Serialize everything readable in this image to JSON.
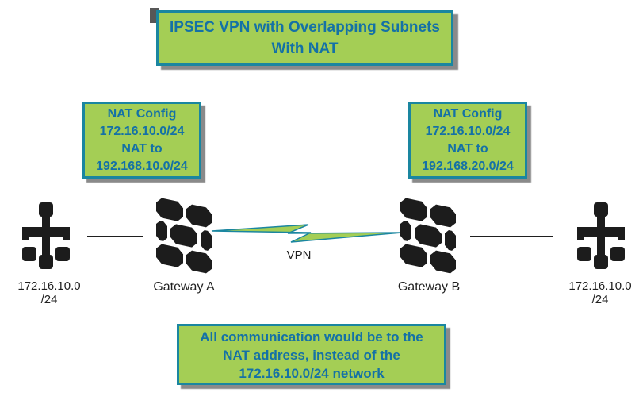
{
  "title_box": {
    "line1": "IPSEC VPN with Overlapping Subnets",
    "line2": "With NAT"
  },
  "nat_config_left": {
    "lines": [
      "NAT Config",
      "172.16.10.0/24",
      "NAT to",
      "192.168.10.0/24"
    ]
  },
  "nat_config_right": {
    "lines": [
      "NAT Config",
      "172.16.10.0/24",
      "NAT to",
      "192.168.20.0/24"
    ]
  },
  "gateways": {
    "left_label": "Gateway A",
    "right_label": "Gateway B"
  },
  "networks": {
    "left": {
      "line1": "172.16.10.0",
      "line2": "/24"
    },
    "right": {
      "line1": "172.16.10.0",
      "line2": "/24"
    }
  },
  "vpn": {
    "label": "VPN"
  },
  "bottom_note": {
    "lines": [
      "All communication would be to the",
      "NAT address, instead of the",
      "172.16.10.0/24 network"
    ]
  },
  "icons": {
    "gateway": "firewall-brick-icon",
    "network": "subnet-tree-icon",
    "vpn_link": "lightning-bolt-icon"
  },
  "colors": {
    "box_fill": "#a4ce55",
    "box_border": "#1a86a0",
    "box_text": "#1471a6",
    "icon_black": "#1c1c1c",
    "shadow_gray": "#767676",
    "background": "#ffffff"
  }
}
